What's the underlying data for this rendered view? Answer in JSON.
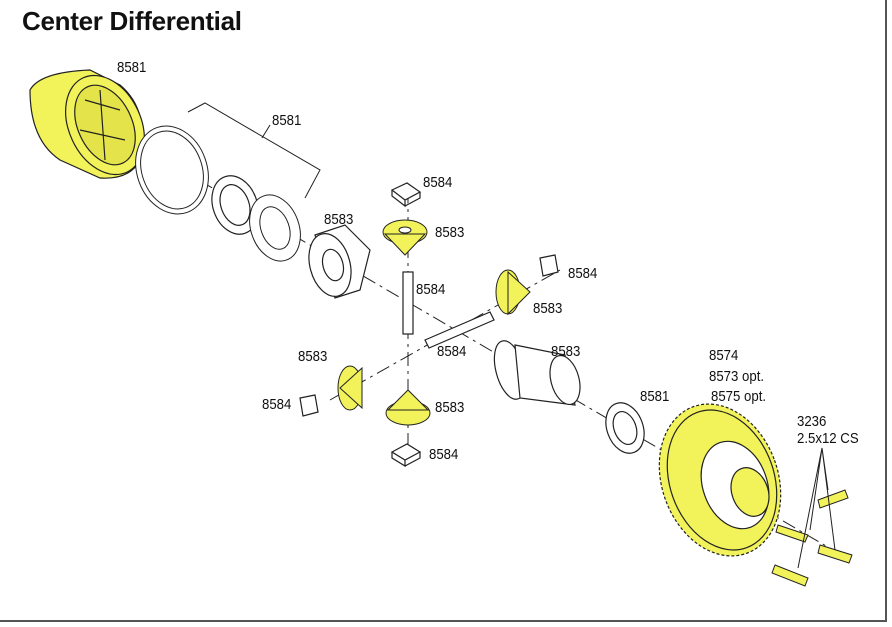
{
  "title": "Center Differential",
  "colors": {
    "part_highlight": "#f2f25a",
    "outline": "#222222"
  },
  "labels": {
    "housing": "8581",
    "housing_kit": "8581",
    "square_top": "8584",
    "gear_case": "8583",
    "gear_top": "8583",
    "square_right": "8584",
    "pin_vertical": "8584",
    "gear_right": "8583",
    "gear_left": "8583",
    "pin_horizontal": "8584",
    "output_cup": "8583",
    "spur_main": "8574",
    "spur_opt1": "8573 opt.",
    "spur_opt2": "8575 opt.",
    "bearing_right": "8581",
    "screw_part": "3236",
    "screw_spec": "2.5x12 CS",
    "square_left": "8584",
    "gear_bottom": "8583",
    "square_bottom": "8584"
  }
}
